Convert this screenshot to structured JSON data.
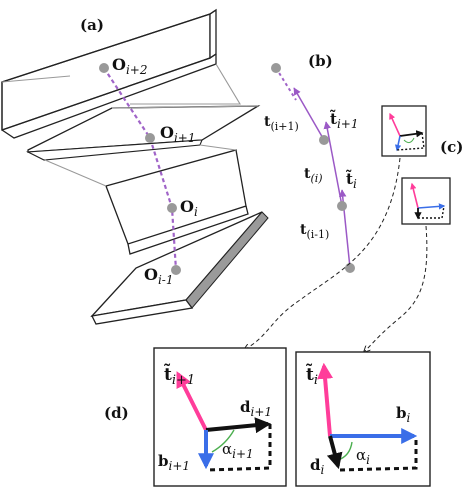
{
  "panels": {
    "a": "(a)",
    "b": "(b)",
    "c": "(c)",
    "d": "(d)"
  },
  "origins": [
    {
      "base": "O",
      "sub": "i+2"
    },
    {
      "base": "O",
      "sub": "i+1"
    },
    {
      "base": "O",
      "sub": "i"
    },
    {
      "base": "O",
      "sub": "i-1"
    }
  ],
  "tangents": [
    {
      "base": "t",
      "sub": "(i+1)"
    },
    {
      "base": "t̃",
      "sub": "i+1"
    },
    {
      "base": "t",
      "sub": "(i)"
    },
    {
      "base": "t̃",
      "sub": "i"
    },
    {
      "base": "t",
      "sub": "(i-1)"
    }
  ],
  "detail_left": {
    "t": {
      "base": "t̃",
      "sub": "i+1"
    },
    "d": {
      "base": "d",
      "sub": "i+1"
    },
    "alpha": {
      "base": "α",
      "sub": "i+1"
    },
    "b": {
      "base": "b",
      "sub": "i+1"
    }
  },
  "detail_right": {
    "t": {
      "base": "t̃",
      "sub": "i"
    },
    "b": {
      "base": "b",
      "sub": "i"
    },
    "alpha": {
      "base": "α",
      "sub": "i"
    },
    "d": {
      "base": "d",
      "sub": "i"
    }
  },
  "colors": {
    "plate_edge": "#222222",
    "plate_side_dark": "#9a9a9a",
    "origin_dot": "#999999",
    "chain_dash": "#a064c8",
    "tangent_arrow": "#9b59c6",
    "t_tilde": "#ff3d9a",
    "b_vec": "#3a6ee8",
    "d_vec": "#111111",
    "alpha_arc": "#4caf50"
  }
}
